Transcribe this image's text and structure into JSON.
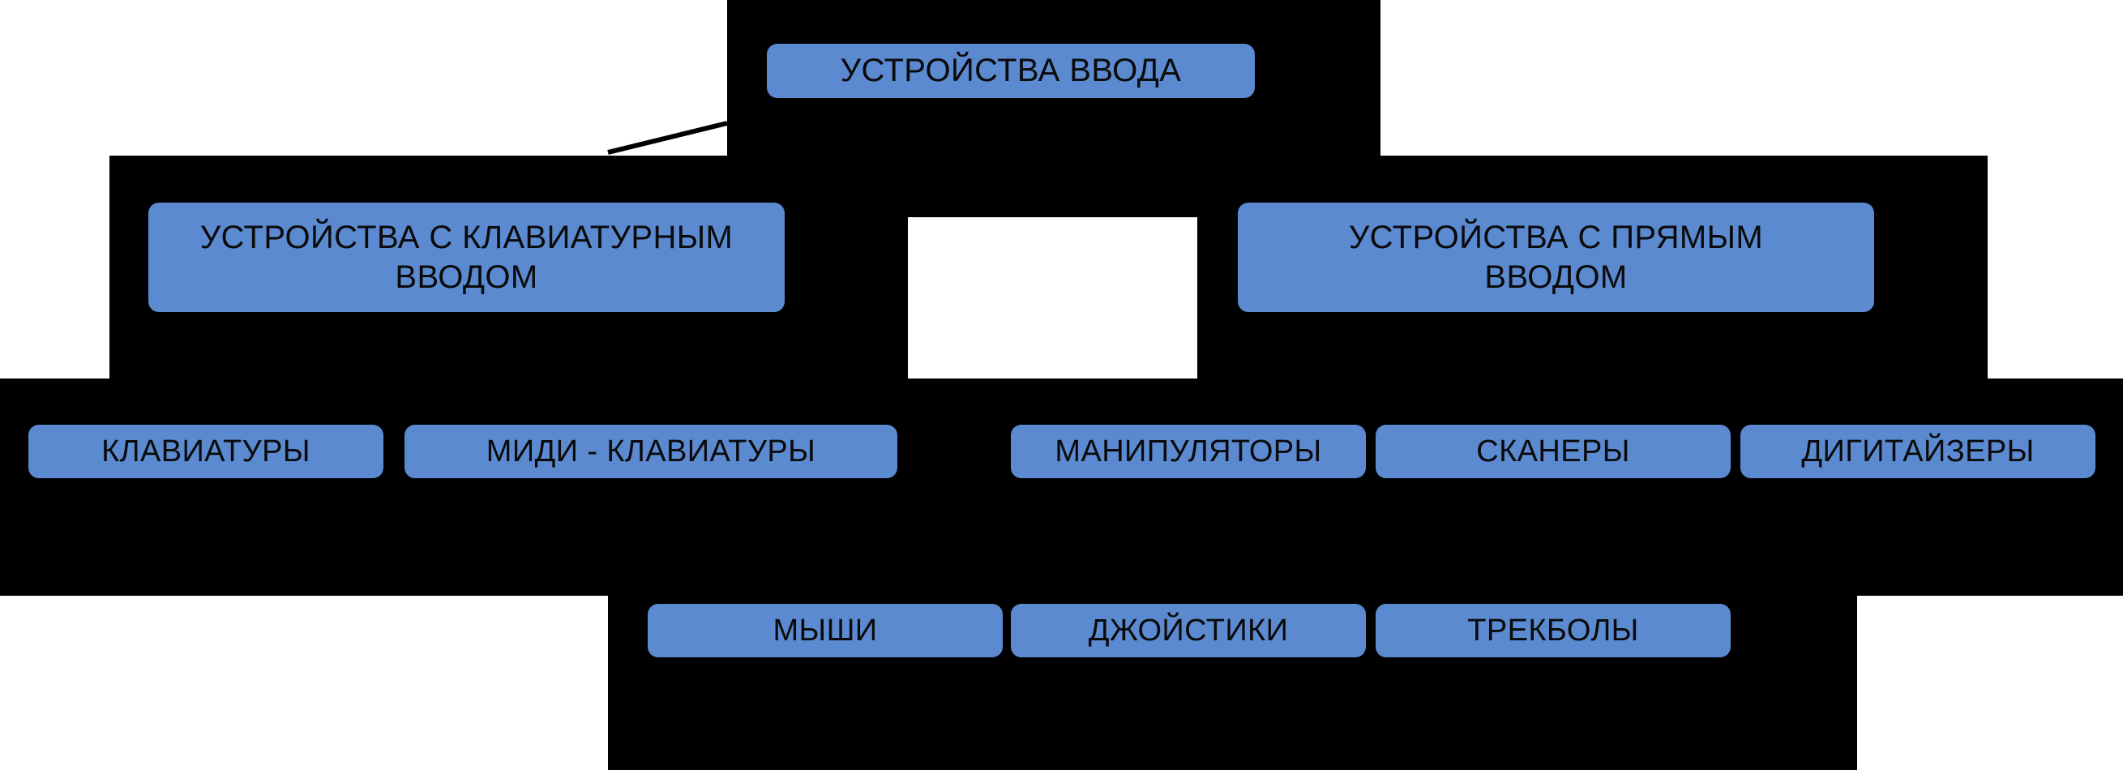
{
  "diagram": {
    "title": "Устройства ввода",
    "type": "hierarchy-tree",
    "colors": {
      "node_fill": "#5b8ad1",
      "node_text": "#0a0a0a",
      "background_band": "#000000",
      "page_background": "#ffffff",
      "connector": "#000000"
    },
    "levels": [
      {
        "level": 1,
        "nodes": [
          {
            "id": "root",
            "label": "УСТРОЙСТВА ВВОДА"
          }
        ]
      },
      {
        "level": 2,
        "nodes": [
          {
            "id": "keyboard-input",
            "label": "УСТРОЙСТВА С КЛАВИАТУРНЫМ\nВВОДОМ"
          },
          {
            "id": "direct-input",
            "label": "УСТРОЙСТВА С ПРЯМЫМ\nВВОДОМ"
          }
        ]
      },
      {
        "level": 3,
        "nodes": [
          {
            "id": "keyboards",
            "label": "КЛАВИАТУРЫ"
          },
          {
            "id": "midi-keyboards",
            "label": "МИДИ - КЛАВИАТУРЫ"
          },
          {
            "id": "manipulators",
            "label": "МАНИПУЛЯТОРЫ"
          },
          {
            "id": "scanners",
            "label": "СКАНЕРЫ"
          },
          {
            "id": "digitizers",
            "label": "ДИГИТАЙЗЕРЫ"
          }
        ]
      },
      {
        "level": 4,
        "nodes": [
          {
            "id": "mice",
            "label": "МЫШИ"
          },
          {
            "id": "joysticks",
            "label": "ДЖОЙСТИКИ"
          },
          {
            "id": "trackballs",
            "label": "ТРЕКБОЛЫ"
          }
        ]
      }
    ],
    "connectors": [
      {
        "id": "root-to-keyboard-input",
        "from": "root",
        "to": "keyboard-input"
      }
    ]
  }
}
